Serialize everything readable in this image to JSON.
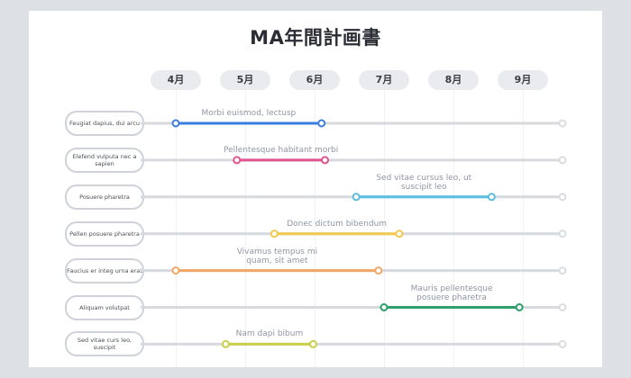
{
  "title": "MA年間計画書",
  "months": [
    "4月",
    "5月",
    "6月",
    "7月",
    "8月",
    "9月"
  ],
  "tasks": [
    {
      "name": "Feugiat dapius, dui arcu",
      "label": "Morbi euismod, lectusp",
      "start": 0.0,
      "end": 2.1,
      "color": "#3b7ddd"
    },
    {
      "name": "Elefend vulputa nec a sapien",
      "label": "Pellentesque habitant morbi",
      "start": 0.88,
      "end": 2.15,
      "color": "#e0558f"
    },
    {
      "name": "Posuere pharetra",
      "label": "Sed vitae cursus leo, ut suscipit leo",
      "start": 2.6,
      "end": 4.55,
      "color": "#5bbde0"
    },
    {
      "name": "Pellen posuere pharetra",
      "label": "Donec dictum bibendum",
      "start": 1.42,
      "end": 3.22,
      "color": "#f2c94c"
    },
    {
      "name": "Faucius er integ urna erat",
      "label": "Vivamus tempus mi quam, sit amet",
      "start": 0.0,
      "end": 2.92,
      "color": "#f2a766"
    },
    {
      "name": "Aliquam volutpat",
      "label": "Mauris pellentesque posuere pharetra",
      "start": 3.0,
      "end": 4.95,
      "color": "#2e9e6a"
    },
    {
      "name": "Sed vitae curs leo, suscipit",
      "label": "Nam dapi bibum",
      "start": 0.72,
      "end": 1.98,
      "color": "#c9cf48"
    }
  ],
  "colors": {
    "track": "#d6dade",
    "end_dot": "#ffffff"
  }
}
